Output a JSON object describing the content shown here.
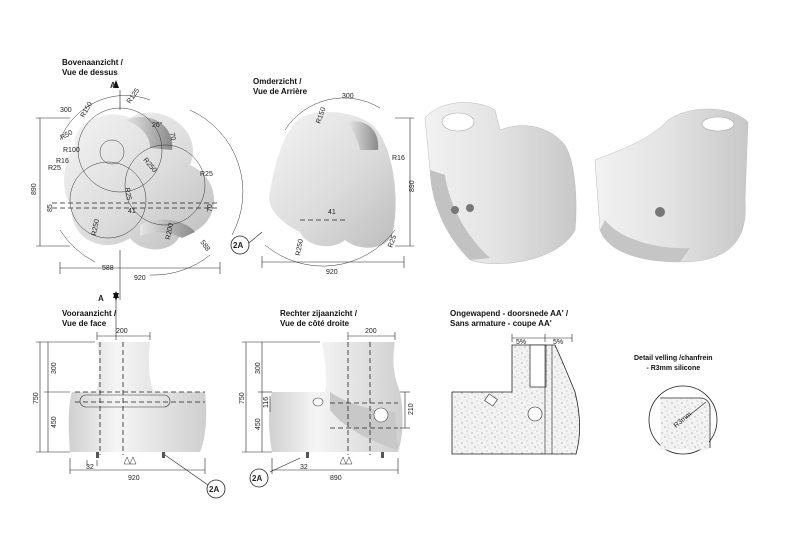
{
  "titles": {
    "top": [
      "Bovenaanzicht /",
      "Vue de dessus"
    ],
    "rear": [
      "Omderzicht /",
      "Vue de Arrière"
    ],
    "front": [
      "Vooraanzicht /",
      "Vue de face"
    ],
    "side": [
      "Rechter zijaanzicht /",
      "Vue de côté droite"
    ],
    "section": [
      "Ongewapend - doorsnede AA' /",
      "Sans armature - coupe AA'"
    ],
    "detail": [
      "Detail velling /chanfrein",
      "- R3mm silicone"
    ]
  },
  "section_marks": {
    "a_top": "A",
    "a_front": "A"
  },
  "callouts": {
    "top_view": "2A",
    "front": "2A",
    "side": "2A"
  },
  "dims": {
    "top": {
      "d300": "300",
      "r150": "R150",
      "r125": "R125",
      "a26": "26°",
      "d70": "70",
      "r50": "R50",
      "r100": "R100",
      "r16": "R16",
      "r250": "R250",
      "r25_right": "R25",
      "r25_mid": "R25",
      "r25_left": "R25",
      "h890": "890",
      "d85": "85",
      "d70b": "70",
      "a41": "41",
      "r250_bottom": "R250",
      "r200": "R200",
      "d588_left": "588",
      "d588_right": "588",
      "w920": "920"
    },
    "rear": {
      "d300": "300",
      "r150": "R150",
      "r16": "R16",
      "h890": "890",
      "a41": "41",
      "r250": "R250",
      "r25": "R25",
      "w920": "920"
    },
    "front": {
      "d200": "200",
      "h300": "300",
      "h750": "750",
      "h450": "450",
      "d32": "32",
      "w920": "920"
    },
    "side": {
      "d200": "200",
      "h300": "300",
      "h750": "750",
      "d116": "116",
      "h450": "450",
      "d210": "210",
      "d32": "32",
      "w890": "890"
    },
    "section": {
      "p_left": "5%",
      "p_right": "5%"
    },
    "detail": {
      "r3": "R3mm"
    }
  }
}
